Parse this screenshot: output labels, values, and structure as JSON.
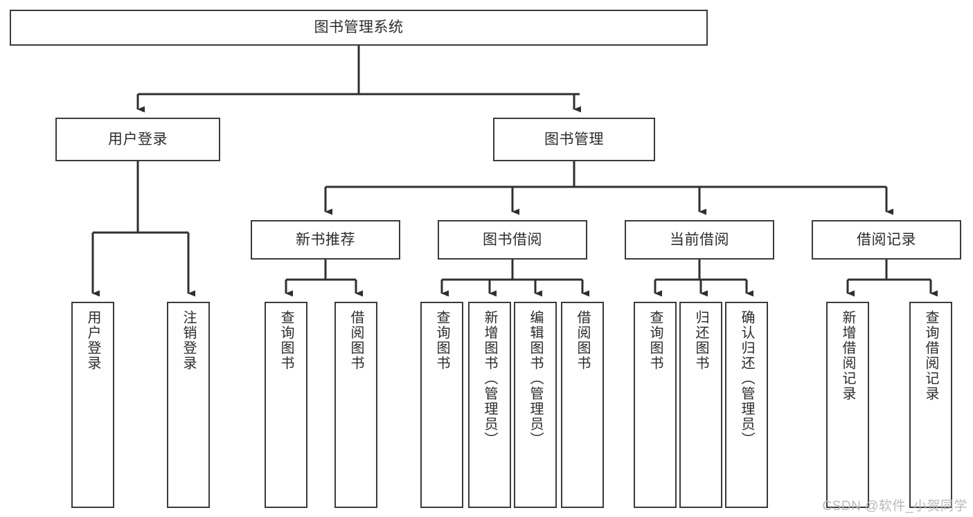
{
  "diagram": {
    "title": "图书管理系统",
    "watermark": "CSDN @软件_小贺同学",
    "colors": {
      "box_border": "#3a3a3a",
      "connector": "#2f2f2f",
      "text": "#2b2b2b",
      "background": "#ffffff",
      "watermark_text": "#b9b9b9"
    },
    "root": {
      "label": "图书管理系统"
    },
    "level1": [
      {
        "label": "用户登录"
      },
      {
        "label": "图书管理"
      }
    ],
    "level2": [
      {
        "label": "新书推荐",
        "parent": "图书管理"
      },
      {
        "label": "图书借阅",
        "parent": "图书管理"
      },
      {
        "label": "当前借阅",
        "parent": "图书管理"
      },
      {
        "label": "借阅记录",
        "parent": "图书管理"
      }
    ],
    "leaves": {
      "user_login": [
        {
          "label": "用户登录"
        },
        {
          "label": "注销登录"
        }
      ],
      "new_book_recommend": [
        {
          "label": "查询图书"
        },
        {
          "label": "借阅图书"
        }
      ],
      "book_borrow": [
        {
          "label": "查询图书"
        },
        {
          "label": "新增图书（管理员）"
        },
        {
          "label": "编辑图书（管理员）"
        },
        {
          "label": "借阅图书"
        }
      ],
      "current_borrow": [
        {
          "label": "查询图书"
        },
        {
          "label": "归还图书"
        },
        {
          "label": "确认归还（管理员）"
        }
      ],
      "borrow_record": [
        {
          "label": "新增借阅记录"
        },
        {
          "label": "查询借阅记录"
        }
      ]
    }
  }
}
